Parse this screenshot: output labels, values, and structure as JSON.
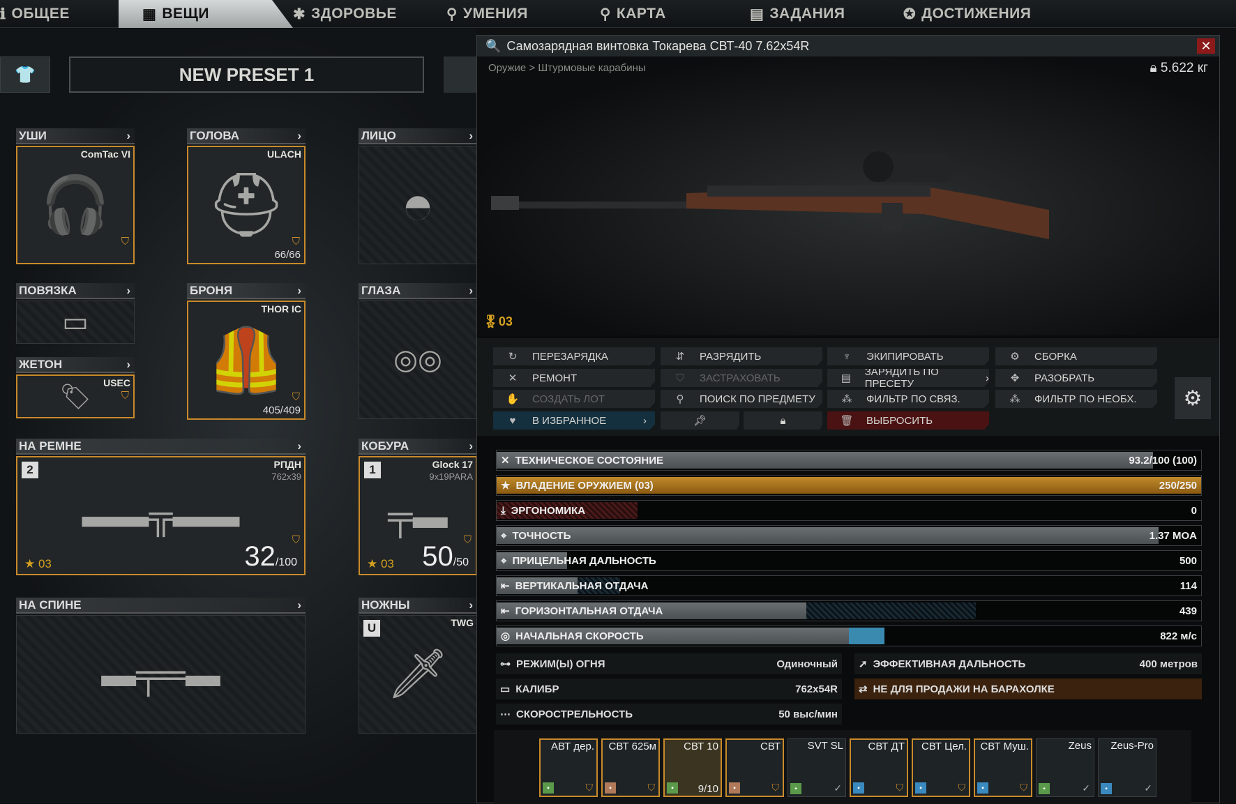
{
  "tabs": [
    {
      "label": "ОБЩЕЕ",
      "icon": "info-icon"
    },
    {
      "label": "ВЕЩИ",
      "icon": "backpack-icon",
      "active": true
    },
    {
      "label": "ЗДОРОВЬЕ",
      "icon": "health-icon"
    },
    {
      "label": "УМЕНИЯ",
      "icon": "skills-icon"
    },
    {
      "label": "КАРТА",
      "icon": "map-pin-icon"
    },
    {
      "label": "ЗАДАНИЯ",
      "icon": "tasks-icon"
    },
    {
      "label": "ДОСТИЖЕНИЯ",
      "icon": "achievements-icon"
    }
  ],
  "preset": {
    "name": "NEW PRESET 1"
  },
  "slots": {
    "ears": {
      "label": "УШИ",
      "item": "ComTac VI"
    },
    "head": {
      "label": "ГОЛОВА",
      "item": "ULACH",
      "durability": "66/66"
    },
    "face": {
      "label": "ЛИЦО"
    },
    "armband": {
      "label": "ПОВЯЗКА"
    },
    "armor": {
      "label": "БРОНЯ",
      "item": "THOR IC",
      "durability": "405/409"
    },
    "eyes": {
      "label": "ГЛАЗА"
    },
    "dogtag": {
      "label": "ЖЕТОН",
      "item": "USEC"
    },
    "sling": {
      "label": "НА РЕМНЕ",
      "item": "РПДН",
      "caliber": "762x39",
      "slot_number": "2",
      "mastery": "03",
      "ammo": "32",
      "ammo_max": "/100"
    },
    "holster": {
      "label": "КОБУРА",
      "item": "Glock 17",
      "caliber": "9x19PARA",
      "slot_number": "1",
      "mastery": "03",
      "ammo": "50",
      "ammo_max": "/50"
    },
    "back": {
      "label": "НА СПИНЕ"
    },
    "scabbard": {
      "label": "НОЖНЫ",
      "item": "TWG",
      "slot_number": "U"
    }
  },
  "item": {
    "title": "Самозарядная винтовка Токарева СВТ-40 7.62x54R",
    "breadcrumb": "Оружие > Штурмовые карабины",
    "weight": "5.622 кг",
    "mastery": "03",
    "actions": [
      {
        "label": "ПЕРЕЗАРЯДКА",
        "icon": "reload-icon"
      },
      {
        "label": "РАЗРЯДИТЬ",
        "icon": "unload-icon"
      },
      {
        "label": "ЭКИПИРОВАТЬ",
        "icon": "equip-icon"
      },
      {
        "label": "СБОРКА",
        "icon": "modding-icon"
      },
      {
        "label": "РЕМОНТ",
        "icon": "repair-icon"
      },
      {
        "label": "ЗАСТРАХОВАТЬ",
        "icon": "insure-icon",
        "disabled": true
      },
      {
        "label": "ЗАРЯДИТЬ ПО ПРЕСЕТУ",
        "icon": "load-preset-icon",
        "arrow": true
      },
      {
        "label": "РАЗОБРАТЬ",
        "icon": "disassemble-icon"
      },
      {
        "label": "СОЗДАТЬ ЛОТ",
        "icon": "create-offer-icon",
        "disabled": true
      },
      {
        "label": "ПОИСК ПО ПРЕДМЕТУ",
        "icon": "search-icon"
      },
      {
        "label": "ФИЛЬТР ПО СВЯЗ.",
        "icon": "linked-filter-icon"
      },
      {
        "label": "ФИЛЬТР ПО НЕОБХ.",
        "icon": "required-filter-icon"
      }
    ],
    "favorite_label": "В ИЗБРАННОЕ",
    "discard_label": "ВЫБРОСИТЬ",
    "stats": [
      {
        "label": "ТЕХНИЧЕСКОЕ СОСТОЯНИЕ",
        "value": "93.2/100 (100)",
        "icon": "wrench-icon",
        "fill": 0.932
      },
      {
        "label": "ВЛАДЕНИЕ ОРУЖИЕМ (03)",
        "value": "250/250",
        "icon": "medal-icon",
        "fill": 1.0
      },
      {
        "label": "ЭРГОНОМИКА",
        "value": "0",
        "icon": "ergonomics-icon",
        "fill": 0,
        "penalty": 0.2
      },
      {
        "label": "ТОЧНОСТЬ",
        "value": "1.37 MOA",
        "icon": "crosshair-icon",
        "fill": 0.94
      },
      {
        "label": "ПРИЦЕЛЬНАЯ ДАЛЬНОСТЬ",
        "value": "500",
        "icon": "crosshair-icon",
        "fill": 0.1
      },
      {
        "label": "ВЕРТИКАЛЬНАЯ ОТДАЧА",
        "value": "114",
        "icon": "recoil-icon",
        "fill": 0.115,
        "reduced": 0.175
      },
      {
        "label": "ГОРИЗОНТАЛЬНАЯ ОТДАЧА",
        "value": "439",
        "icon": "recoil-icon",
        "fill": 0.44,
        "reduced": 0.68
      },
      {
        "label": "НАЧАЛЬНАЯ СКОРОСТЬ",
        "value": "822 м/с",
        "icon": "velocity-icon",
        "fill": 0.5,
        "bonus": 0.55
      }
    ],
    "info_left": [
      {
        "label": "РЕЖИМ(Ы) ОГНЯ",
        "value": "Одиночный",
        "icon": "fire-mode-icon"
      },
      {
        "label": "КАЛИБР",
        "value": "762x54R",
        "icon": "caliber-icon"
      },
      {
        "label": "СКОРОСТРЕЛЬНОСТЬ",
        "value": "50 выс/мин",
        "icon": "rate-icon"
      }
    ],
    "info_right": [
      {
        "label": "ЭФФЕКТИВНАЯ ДАЛЬНОСТЬ",
        "value": "400 метров",
        "icon": "range-icon"
      },
      {
        "label": "НЕ ДЛЯ ПРОДАЖИ НА БАРАХОЛКЕ",
        "value": "",
        "icon": "no-flea-icon"
      }
    ],
    "mods": [
      {
        "name": "АВТ дер.",
        "tag": "#5a9a4a"
      },
      {
        "name": "СВТ 625м",
        "tag": "#b07a5a"
      },
      {
        "name": "СВТ 10",
        "tag": "#5a9a4a",
        "count": "9/10"
      },
      {
        "name": "СВТ",
        "tag": "#b07a5a"
      },
      {
        "name": "SVT SL",
        "tag": "#5a9a4a",
        "plain": true
      },
      {
        "name": "СВТ ДТ",
        "tag": "#3a8ac0"
      },
      {
        "name": "СВТ Цел.",
        "tag": "#3a8ac0"
      },
      {
        "name": "СВТ Муш.",
        "tag": "#3a8ac0"
      },
      {
        "name": "Zeus",
        "tag": "#5a9a4a",
        "plain": true
      },
      {
        "name": "Zeus-Pro",
        "tag": "#3a8ac0",
        "plain": true
      }
    ]
  },
  "colors": {
    "accent": "#c98a2a",
    "mastery": "#b07a1a",
    "discard": "#4a1212",
    "favorite": "#14303f",
    "velocity_bonus": "#3a8ab0"
  }
}
